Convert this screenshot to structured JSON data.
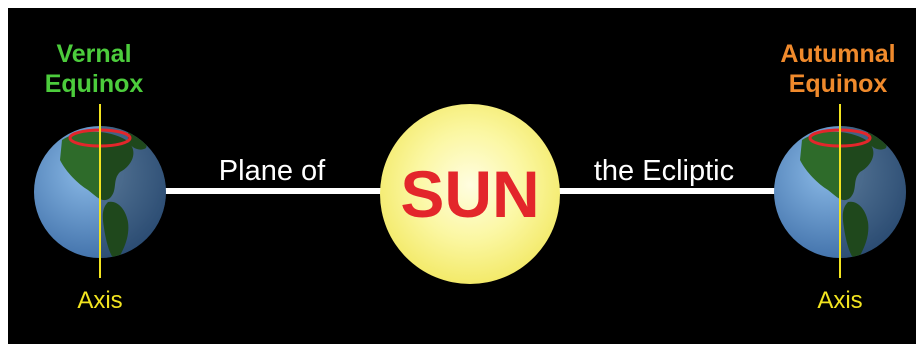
{
  "left_earth": {
    "title_line1": "Vernal",
    "title_line2": "Equinox",
    "axis_label": "Axis"
  },
  "right_earth": {
    "title_line1": "Autumnal",
    "title_line2": "Equinox",
    "axis_label": "Axis"
  },
  "sun": {
    "label": "SUN"
  },
  "plane": {
    "label_left": "Plane of",
    "label_right": "the Ecliptic"
  },
  "colors": {
    "background": "#000000",
    "vernal_title": "#4ccc3c",
    "autumnal_title": "#f08a2c",
    "axis": "#f2e41f",
    "sun_fill": "#fbf7a2",
    "sun_text": "#e3262b",
    "plane": "#ffffff",
    "ocean": "#5d8fc8",
    "land": "#2e6b2a",
    "polar_circle": "#e3262b"
  },
  "icons": [
    "earth-globe-icon",
    "sun-icon"
  ]
}
